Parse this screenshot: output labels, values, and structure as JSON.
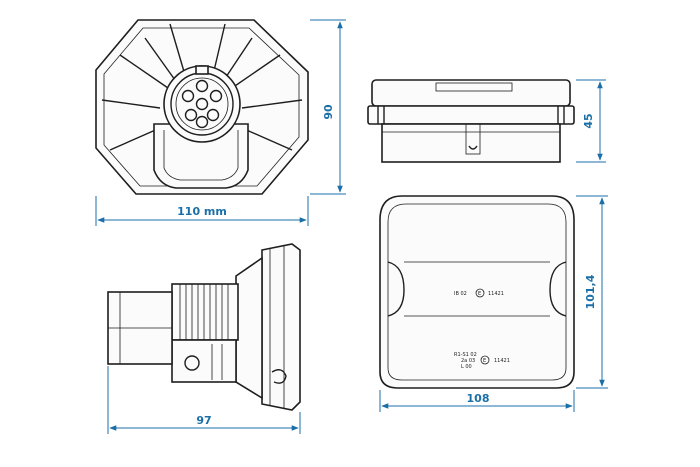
{
  "dimensions": {
    "front_width": "110 mm",
    "front_height": "90",
    "side_height": "45",
    "plug_length": "97",
    "lamp_width": "108",
    "lamp_height": "101,4"
  },
  "markings": {
    "top_code": "IB 02",
    "top_e_mark": "E",
    "top_approval": "11421",
    "bottom_code_1": "R1-S1 02",
    "bottom_code_2": "2a 03",
    "bottom_code_3": "L 00",
    "bottom_e_mark": "E",
    "bottom_approval": "11421"
  },
  "colors": {
    "dimension": "#1b6fa8",
    "outline": "#1e1e1e"
  }
}
